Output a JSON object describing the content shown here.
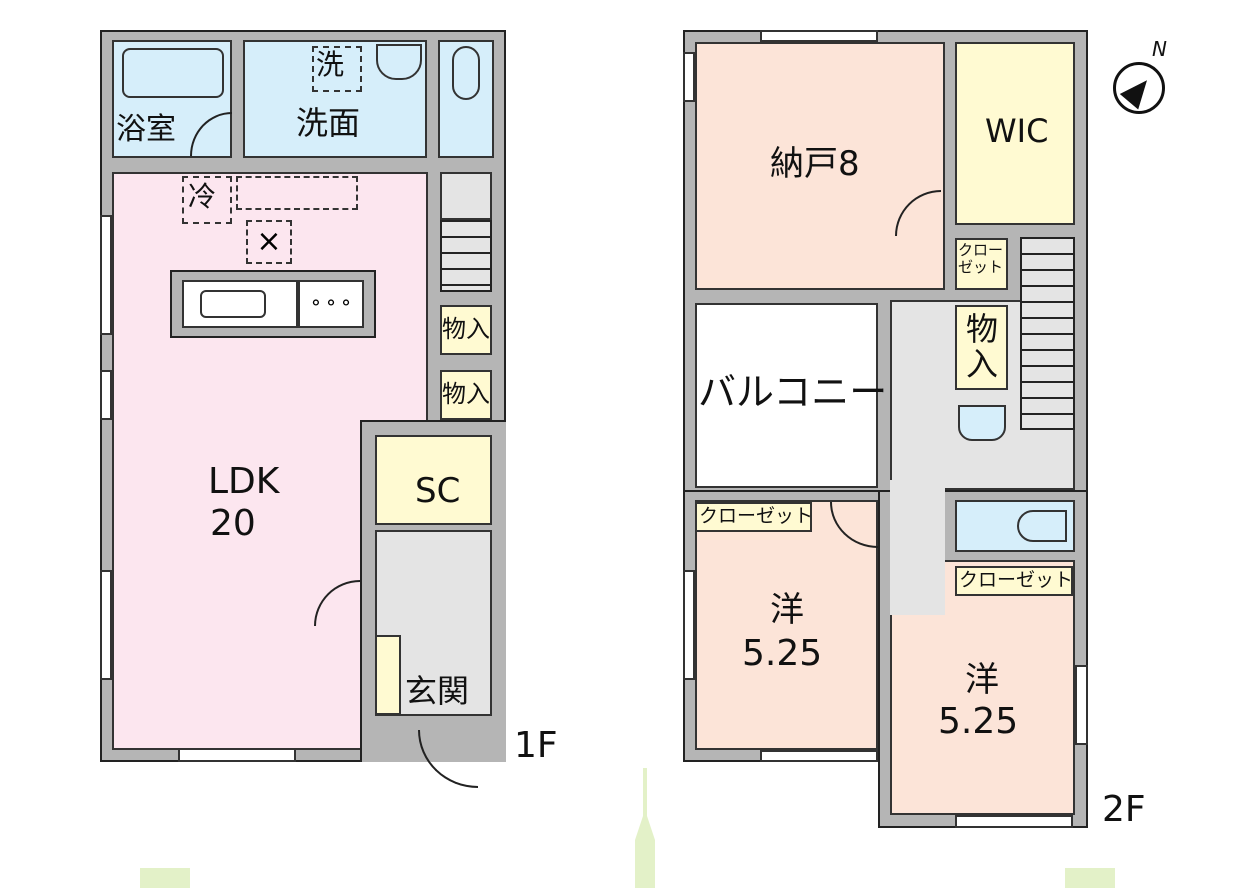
{
  "floor1": {
    "label": "1F",
    "rooms": {
      "bath": "浴室",
      "washroom": "洗面",
      "washer": "洗",
      "fridge": "冷",
      "ldk": "LDK",
      "ldk_size": "20",
      "storage1": "物入",
      "storage2": "物入",
      "shoe_closet": "SC",
      "entrance": "玄関"
    }
  },
  "floor2": {
    "label": "2F",
    "rooms": {
      "storeroom": "納戸8",
      "wic": "WIC",
      "closet_small_1": "クロー",
      "closet_small_2": "ゼット",
      "storage": "物入",
      "balcony": "バルコニー",
      "closet_left": "クローゼット",
      "closet_right": "クローゼット",
      "western_left": "洋",
      "western_left_size": "5.25",
      "western_right": "洋",
      "western_right_size": "5.25"
    }
  },
  "compass": {
    "label": "N"
  },
  "colors": {
    "ldk": "#fce6ef",
    "wet": "#d6eefa",
    "storage": "#fffad2",
    "room": "#fce4d8",
    "hall": "#e4e4e4",
    "wall": "#b5b5b5"
  }
}
